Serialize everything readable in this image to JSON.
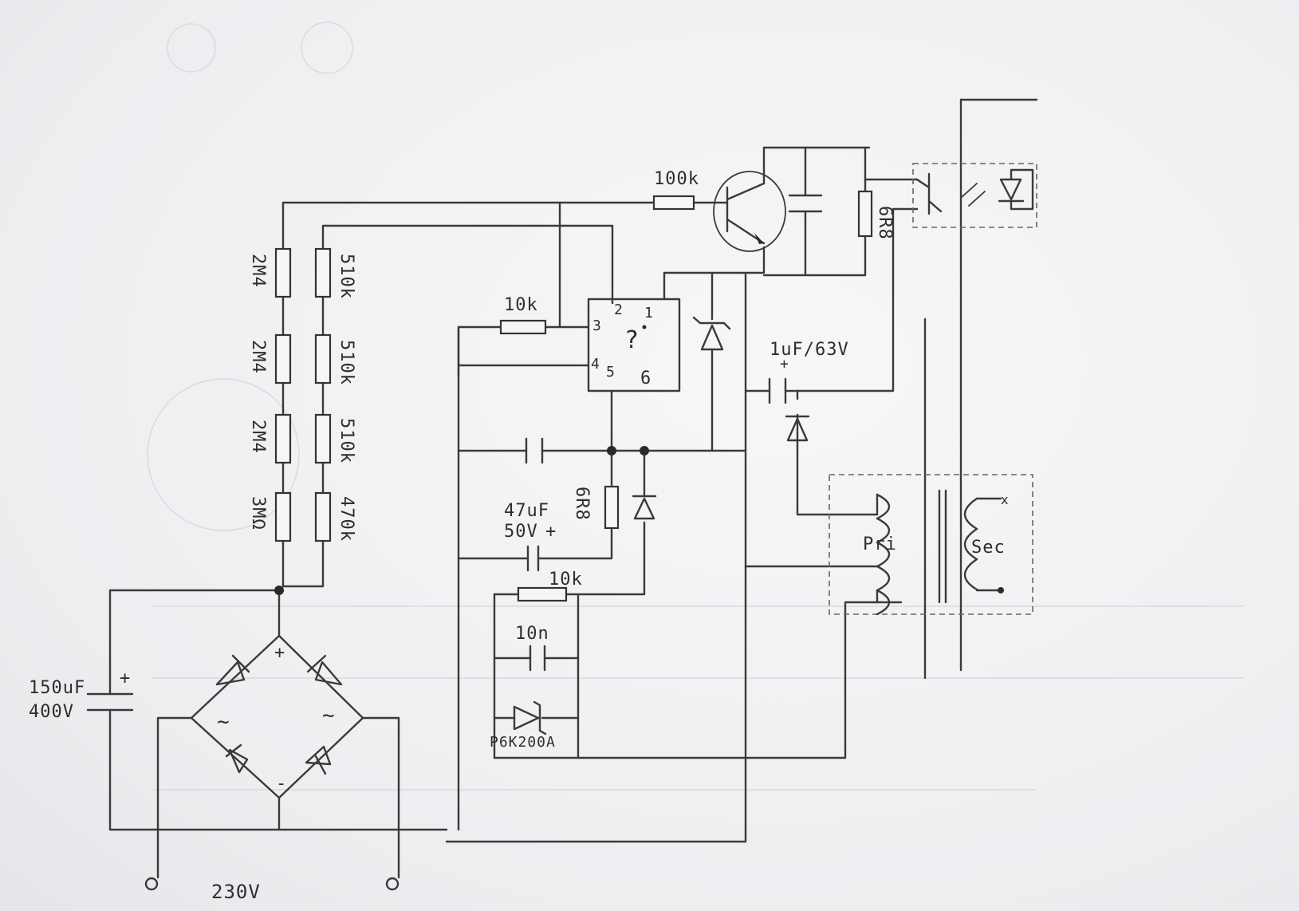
{
  "labels": {
    "r_2m4_a": "2M4",
    "r_2m4_b": "2M4",
    "r_2m4_c": "2M4",
    "r_3m3": "3MΩ",
    "r_510k_a": "510k",
    "r_510k_b": "510k",
    "r_510k_c": "510k",
    "r_470k": "470k",
    "r_100k": "100k",
    "r_10k_top": "10k",
    "r_10k_bottom": "10k",
    "r_6r8_top": "6R8",
    "r_6r8_mid": "6R8",
    "cap_1uf": "1uF/63V",
    "cap_47uf_a": "47uF",
    "cap_47uf_b": "50V",
    "cap_10n": "10n",
    "cap_150uf_a": "150uF",
    "cap_150uf_b": "400V",
    "tvs": "P6K200A",
    "pin_1": "1",
    "pin_2": "2",
    "pin_3": "3",
    "pin_4": "4",
    "pin_5": "5",
    "pin_6": "6",
    "ic_unknown": "?",
    "pri": "Pri",
    "sec": "Sec",
    "mains": "230V",
    "plus_bridge": "+",
    "minus_bridge": "-",
    "ac_left": "~",
    "ac_right": "~",
    "plus_cap_big": "+",
    "plus_cap_1uf": "+",
    "plus_cap_47uf": "+"
  }
}
